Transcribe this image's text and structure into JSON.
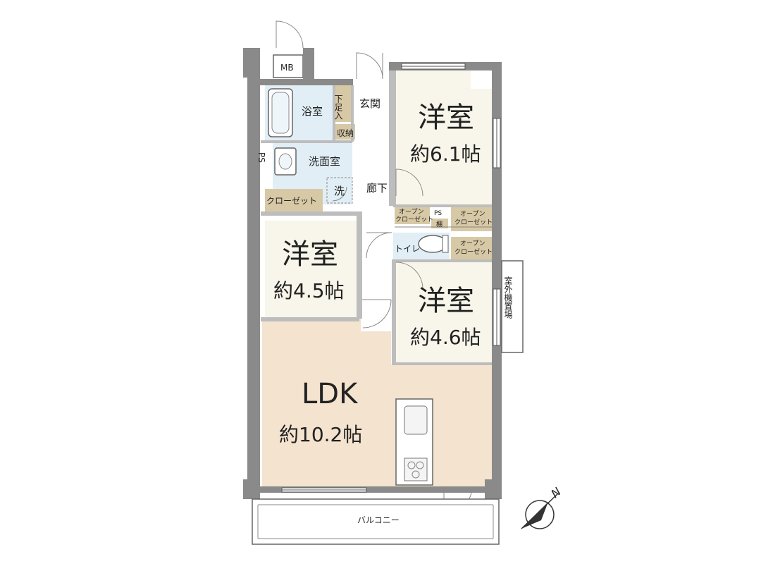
{
  "rooms": {
    "western_1": {
      "name": "洋室",
      "size": "約6.1帖"
    },
    "western_2": {
      "name": "洋室",
      "size": "約4.5帖"
    },
    "western_3": {
      "name": "洋室",
      "size": "約4.6帖"
    },
    "ldk": {
      "name": "LDK",
      "size": "約10.2帖"
    }
  },
  "labels": {
    "mb": "MB",
    "bathroom": "浴室",
    "washroom": "洗面室",
    "washer": "洗",
    "entrance": "玄関",
    "shoe_storage": "下足入",
    "storage": "収納",
    "corridor": "廊下",
    "closet": "クローゼット",
    "ps_left": "PS",
    "ps_mid": "PS",
    "shelf": "棚",
    "toilet": "トイレ",
    "open_closet_a_1": "オープン",
    "open_closet_a_2": "クローゼット",
    "open_closet_b_1": "オープン",
    "open_closet_b_2": "クローゼット",
    "open_closet_c_1": "オープン",
    "open_closet_c_2": "クローゼット",
    "outdoor_unit": "室外機置場",
    "balcony": "バルコニー",
    "north": "N"
  },
  "colors": {
    "ldk_floor": "#f3e3cf",
    "room_floor": "#f8f5ea",
    "wet_floor": "#e1eef5",
    "storage_fill": "#d8c9a6",
    "wall": "#8a8a8a"
  }
}
